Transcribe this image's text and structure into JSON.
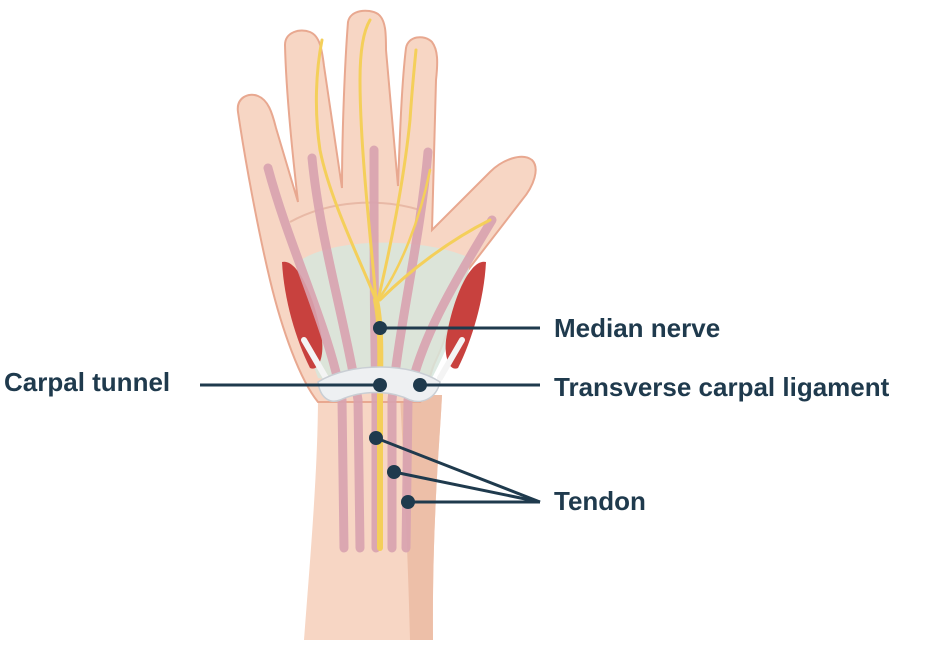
{
  "diagram": {
    "labels": {
      "median_nerve": "Median nerve",
      "transverse_carpal_ligament": "Transverse carpal ligament",
      "carpal_tunnel": "Carpal tunnel",
      "tendon": "Tendon"
    },
    "colors": {
      "label_text": "#1f3a4d",
      "leader_line": "#1f3a4d",
      "skin": "#f7d6c4",
      "skin_shadow": "#edbfa8",
      "skin_outline": "#e8a890",
      "tendon": "#d9a3b0",
      "nerve": "#f4cf5a",
      "muscle": "#c8413e",
      "carpal_region": "#d7e6dd",
      "ligament": "#eef0f2"
    }
  }
}
